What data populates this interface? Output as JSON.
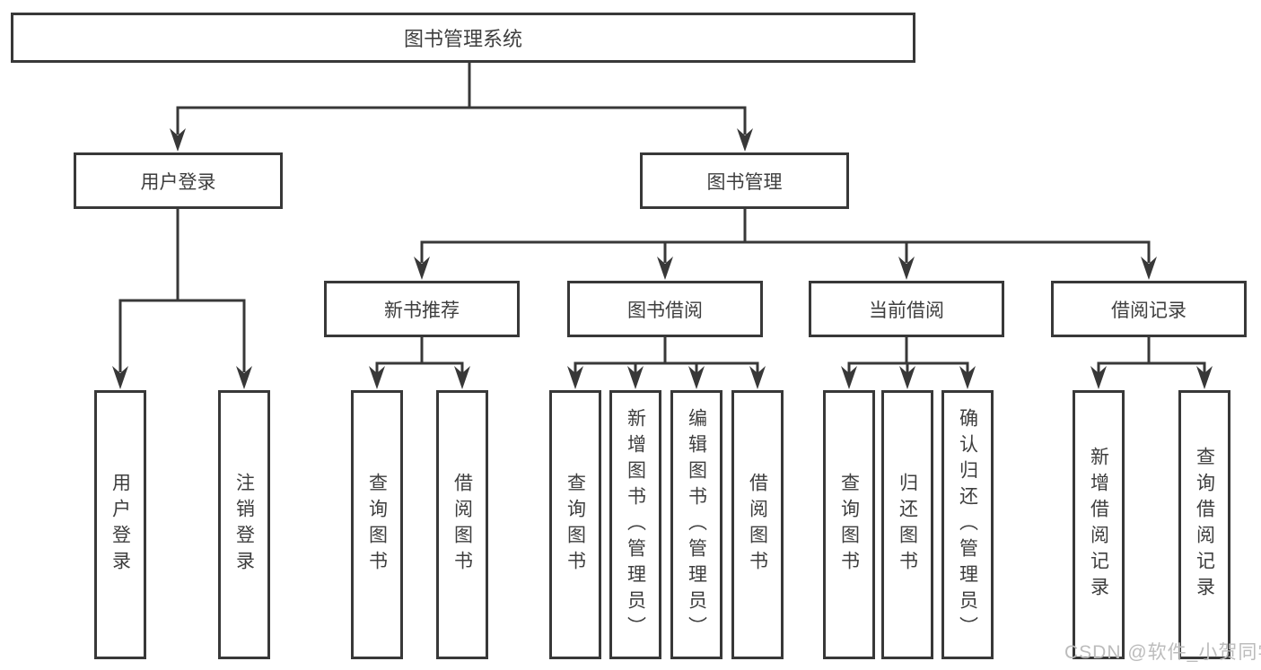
{
  "colors": {
    "line": "#383838",
    "box_border": "#383838",
    "text": "#3e3e3e",
    "background": "#ffffff",
    "watermark_text_color": "#bcbcbc"
  },
  "nodes": {
    "root": {
      "label": "图书管理系统"
    },
    "branches": [
      {
        "label": "用户登录"
      },
      {
        "label": "图书管理"
      }
    ],
    "modules": [
      {
        "label": "新书推荐",
        "parent": "图书管理"
      },
      {
        "label": "图书借阅",
        "parent": "图书管理"
      },
      {
        "label": "当前借阅",
        "parent": "图书管理"
      },
      {
        "label": "借阅记录",
        "parent": "图书管理"
      }
    ],
    "leaves": [
      {
        "label": "用户登录",
        "parent": "用户登录"
      },
      {
        "label": "注销登录",
        "parent": "用户登录"
      },
      {
        "label": "查询图书",
        "parent": "新书推荐"
      },
      {
        "label": "借阅图书",
        "parent": "新书推荐"
      },
      {
        "label": "查询图书",
        "parent": "图书借阅"
      },
      {
        "label": "新增图书（管理员）",
        "parent": "图书借阅"
      },
      {
        "label": "编辑图书（管理员）",
        "parent": "图书借阅"
      },
      {
        "label": "借阅图书",
        "parent": "图书借阅"
      },
      {
        "label": "查询图书",
        "parent": "当前借阅"
      },
      {
        "label": "归还图书",
        "parent": "当前借阅"
      },
      {
        "label": "确认归还（管理员）",
        "parent": "当前借阅"
      },
      {
        "label": "新增借阅记录",
        "parent": "借阅记录"
      },
      {
        "label": "查询借阅记录",
        "parent": "借阅记录"
      }
    ]
  },
  "watermark": {
    "text": "CSDN @软件_小贺同学"
  }
}
